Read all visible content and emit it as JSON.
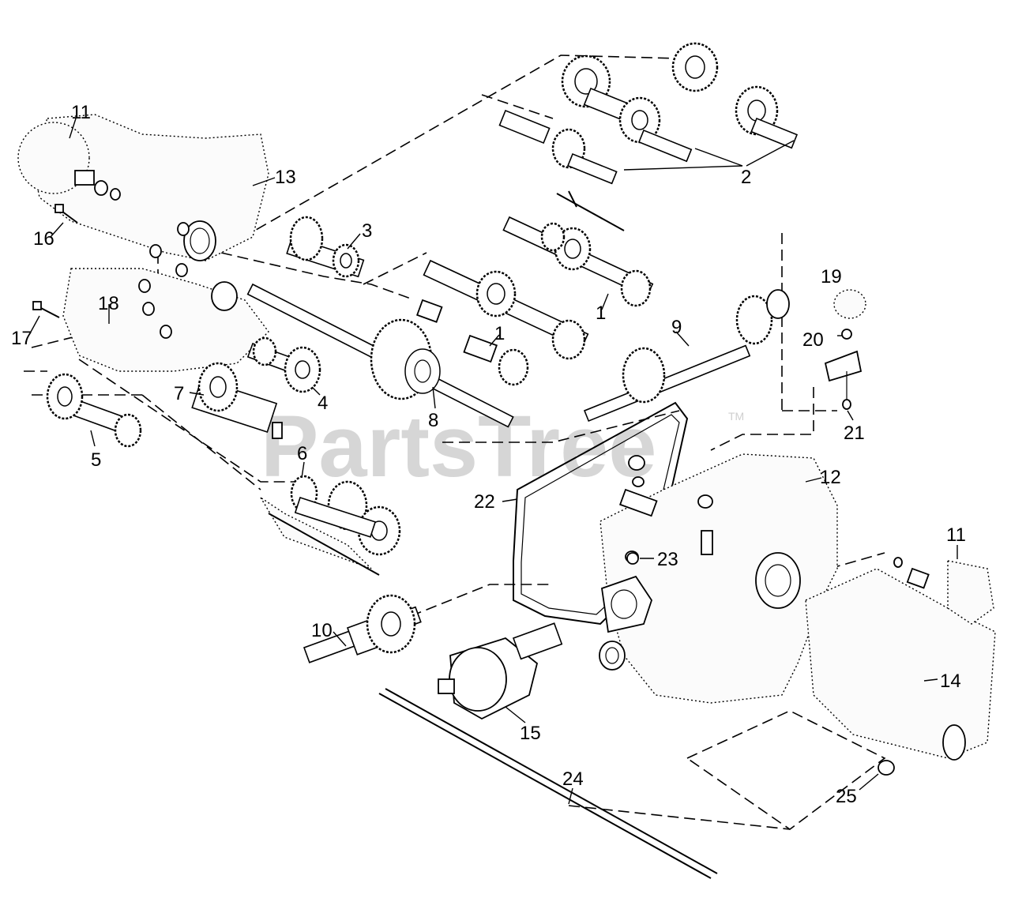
{
  "watermark": {
    "text": "PartsTree",
    "trademark": "TM"
  },
  "callouts": [
    {
      "id": "11a",
      "label": "11"
    },
    {
      "id": "13",
      "label": "13"
    },
    {
      "id": "16",
      "label": "16"
    },
    {
      "id": "3",
      "label": "3"
    },
    {
      "id": "2",
      "label": "2"
    },
    {
      "id": "18",
      "label": "18"
    },
    {
      "id": "17",
      "label": "17"
    },
    {
      "id": "1a",
      "label": "1"
    },
    {
      "id": "1b",
      "label": "1"
    },
    {
      "id": "19",
      "label": "19"
    },
    {
      "id": "20",
      "label": "20"
    },
    {
      "id": "9",
      "label": "9"
    },
    {
      "id": "7",
      "label": "7"
    },
    {
      "id": "4",
      "label": "4"
    },
    {
      "id": "8",
      "label": "8"
    },
    {
      "id": "21",
      "label": "21"
    },
    {
      "id": "5",
      "label": "5"
    },
    {
      "id": "6",
      "label": "6"
    },
    {
      "id": "12",
      "label": "12"
    },
    {
      "id": "22",
      "label": "22"
    },
    {
      "id": "23",
      "label": "23"
    },
    {
      "id": "11b",
      "label": "11"
    },
    {
      "id": "10",
      "label": "10"
    },
    {
      "id": "14",
      "label": "14"
    },
    {
      "id": "15",
      "label": "15"
    },
    {
      "id": "24",
      "label": "24"
    },
    {
      "id": "25",
      "label": "25"
    }
  ]
}
